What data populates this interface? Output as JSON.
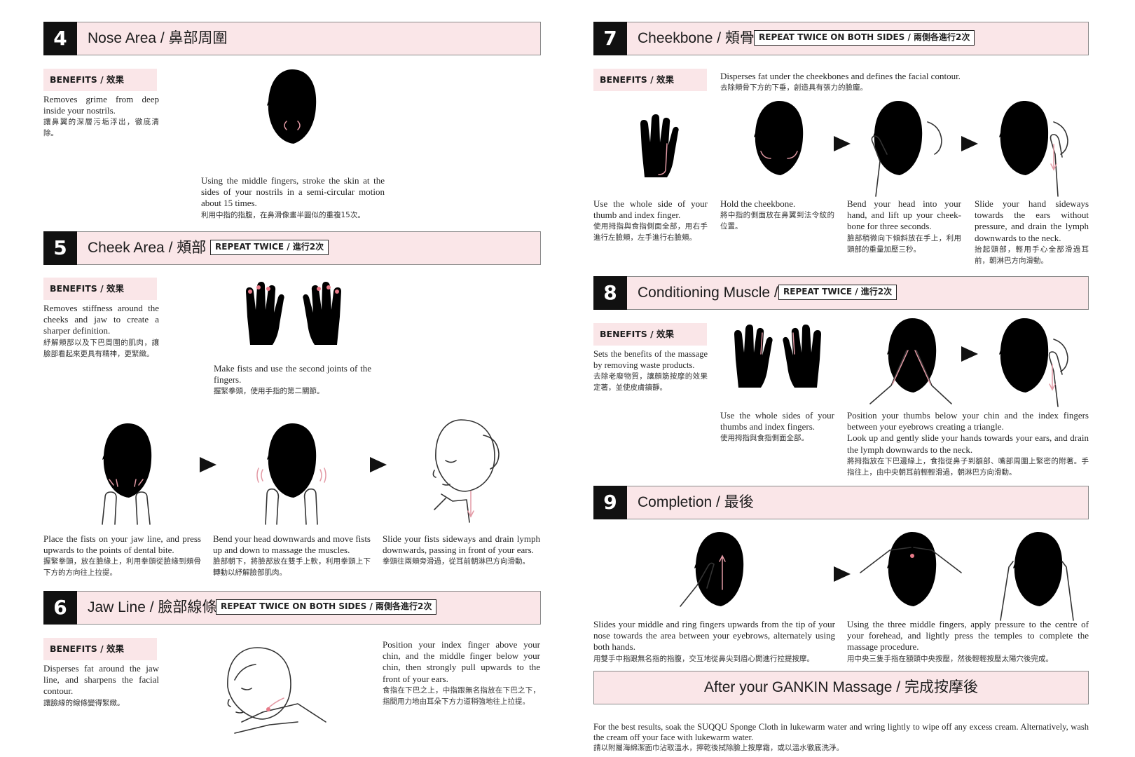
{
  "s4": {
    "num": "4",
    "title": "Nose Area / 鼻部周圍",
    "benefits": "BENEFITS / 效果",
    "benefit_en": "Removes grime from deep inside your nostrils.",
    "benefit_zh": "讓鼻翼的深層污垢浮出，徹底清除。",
    "step_en": "Using the middle fingers, stroke the skin at the sides of your nostrils in a semi-circular motion about 15 times.",
    "step_zh": "利用中指的指腹，在鼻滑像畫半圓似的重複15次。"
  },
  "s5": {
    "num": "5",
    "title": "Cheek Area / 頰部",
    "badge": "REPEAT TWICE / 進行2次",
    "benefits": "BENEFITS / 效果",
    "benefit_en": "Removes stiffness around the cheeks and jaw to create a sharper definition.",
    "benefit_zh": "紓解頰部以及下巴周圍的肌肉，讓臉部看起來更具有精神，更緊緻。",
    "fist_en": "Make fists and use the second joints of the fingers.",
    "fist_zh": "握緊拳頭，使用手指的第二關節。",
    "step1_en": "Place the fists on your jaw line, and press upwards to the points of dental bite.",
    "step1_zh": "握緊拳頭，放在臉緣上，利用拳頭從臉緣到頰骨下方的方向往上拉提。",
    "step2_en": "Bend your head downwards and move fists up and down to massage the muscles.",
    "step2_zh": "臉部朝下，將臉部放在雙手上軟，利用拳頭上下轉動以紓解臉部肌肉。",
    "step3_en": "Slide your fists sideways and drain lymph downwards, passing in front of your ears.",
    "step3_zh": "拳頭往兩頰旁滑過，從耳前朝淋巴方向滑動。"
  },
  "s6": {
    "num": "6",
    "title": "Jaw Line / 臉部線條",
    "badge": "REPEAT TWICE ON BOTH SIDES / 兩側各進行2次",
    "benefits": "BENEFITS / 效果",
    "benefit_en": "Disperses fat around the jaw line, and sharpens the facial contour.",
    "benefit_zh": "讓臉緣的線條變得緊緻。",
    "step_en": "Position your index finger above your chin, and the middle finger below your chin, then strongly pull upwards to the front of your ears.",
    "step_zh": "食指在下巴之上，中指跟無名指放在下巴之下，指間用力地由耳朵下方力道稍強地往上拉提。"
  },
  "s7": {
    "num": "7",
    "title": "Cheekbone / 頰骨",
    "badge": "REPEAT TWICE ON BOTH SIDES / 兩側各進行2次",
    "benefits": "BENEFITS / 效果",
    "benefit_en": "Disperses fat under the cheekbones and defines the facial contour.",
    "benefit_zh": "去除頰骨下方的下垂，創造具有張力的臉龐。",
    "step0_en": "Use the whole side of your thumb and index finger.",
    "step0_zh": "使用拇指與食指側面全部，用右手進行左臉頰，左手進行右臉頰。",
    "step1_en": "Hold the cheekbone.",
    "step1_zh": "將中指的側面放在鼻翼到法令紋的位置。",
    "step2_en": "Bend your head into your hand, and lift up your cheek-bone for three seconds.",
    "step2_zh": "臉部稍微向下傾斜放在手上，利用頭部的重量加壓三秒。",
    "step3_en": "Slide your hand sideways towards the ears without pressure, and drain the lymph downwards to the neck.",
    "step3_zh": "抬起頭部，輕用手心全部滑過耳前，朝淋巴方向滑動。"
  },
  "s8": {
    "num": "8",
    "title": "Conditioning Muscle / 整緻",
    "badge": "REPEAT TWICE / 進行2次",
    "benefits": "BENEFITS / 效果",
    "benefit_en": "Sets the benefits of the massage by removing waste products.",
    "benefit_zh": "去除老廢物質，讓顏筋按摩的效果定著，並使皮膚鎮靜。",
    "step0_en": "Use the whole sides of your thumbs and index fingers.",
    "step0_zh": "使用拇指與食指側面全部。",
    "step1_en": "Position your thumbs below your chin and the index fingers between your eyebrows creating a triangle.",
    "step1b_en": "Look up and gently slide your hands towards your ears, and drain the lymph downwards to the neck.",
    "step1_zh": "將拇指放在下巴邊緣上，食指從鼻子到額部、嘴部周圍上緊密的附著。手指往上，由中央朝耳前輕輕滑過，朝淋巴方向滑動。"
  },
  "s9": {
    "num": "9",
    "title": "Completion / 最後",
    "step1_en": "Slides your middle and ring fingers upwards from the tip of your nose towards the area between your eyebrows, alternately using both hands.",
    "step1_zh": "用雙手中指跟無名指的指腹，交互地從鼻尖到眉心間進行拉提按摩。",
    "step2_en": "Using the three middle fingers, apply pressure to the centre of your forehead, and lightly press the temples to complete the massage procedure.",
    "step2_zh": "用中央三隻手指在額頭中央按壓，然後輕輕按壓太陽穴後完成。"
  },
  "after": {
    "title": "After your GANKIN Massage / 完成按摩後",
    "text_en": "For the best results, soak the SUQQU Sponge Cloth in lukewarm water and wring lightly to wipe off any excess cream. Alternatively, wash the cream off your face with lukewarm water.",
    "text_zh": "請以附屬海綿潔面巾沾取溫水，擰乾後拭除臉上按摩霜，或以溫水徹底洗淨。"
  }
}
